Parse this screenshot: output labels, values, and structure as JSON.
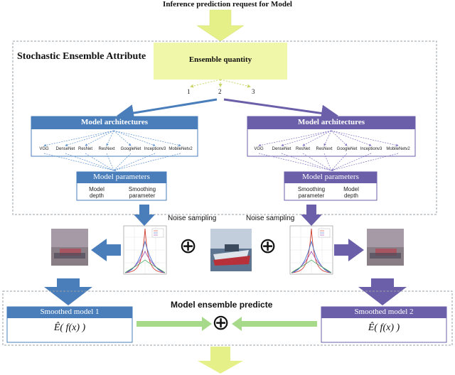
{
  "title": "Inference prediction request for Model",
  "section_label": "Stochastic Ensemble Attribute",
  "ensemble": {
    "label": "Ensemble quantity",
    "options": [
      "1",
      "2",
      "3"
    ]
  },
  "left_branch": {
    "arch_title": "Model architectures",
    "archs": [
      "VGG",
      "DenseNet",
      "ResNet",
      "ResNext",
      "GoogleNet",
      "Inceptionv3",
      "MobileNetv2"
    ],
    "param_title": "Model parameters",
    "params": [
      [
        "Model",
        "depth"
      ],
      [
        "Smoothing",
        "parameter"
      ]
    ],
    "noise_label": "Noise sampling",
    "smoothed_label": "Smoothed model 1",
    "formula": "Ê( f(x) )"
  },
  "right_branch": {
    "arch_title": "Model architectures",
    "archs": [
      "VGG",
      "DenseNet",
      "ResNet",
      "ResNext",
      "GoogleNet",
      "Inceptionv3",
      "MobileNetv2"
    ],
    "param_title": "Model parameters",
    "params": [
      [
        "Smoothing",
        "parameter"
      ],
      [
        "Model",
        "depth"
      ]
    ],
    "noise_label": "Noise sampling",
    "smoothed_label": "Smoothed model 2",
    "formula": "Ê( f(x) )"
  },
  "predict_label": "Model ensemble predicte",
  "plus_symbol": "⊕",
  "colors": {
    "left_blue": "#4a7ebb",
    "right_purple": "#6a5fa8",
    "yellow": "#f1f7a8",
    "green_arrow": "#a6d98a",
    "dash_border": "#9aa0a6"
  }
}
